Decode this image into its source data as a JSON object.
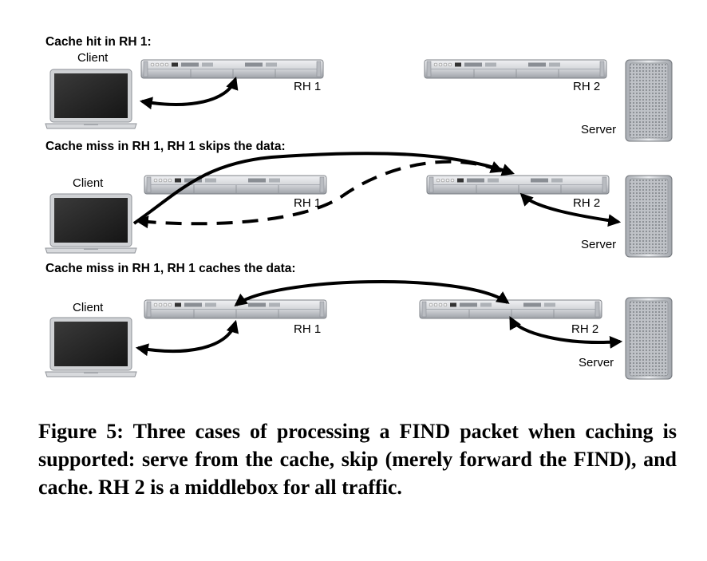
{
  "cases": [
    {
      "title": "Cache hit in RH 1:",
      "client": "Client",
      "rh1": "RH 1",
      "rh2": "RH 2",
      "server": "Server"
    },
    {
      "title": "Cache miss in RH 1, RH 1 skips the data:",
      "client": "Client",
      "rh1": "RH 1",
      "rh2": "RH 2",
      "server": "Server"
    },
    {
      "title": "Cache miss in RH 1, RH 1 caches the data:",
      "client": "Client",
      "rh1": "RH 1",
      "rh2": "RH 2",
      "server": "Server"
    }
  ],
  "caption": "Figure 5: Three cases of processing a FIND packet when caching is supported: serve from the cache, skip (merely forward the FIND), and cache. RH 2 is a middlebox for all traffic.",
  "colors": {
    "rack": "#dcdee2",
    "laptop": "#2b2b2b",
    "server": "#c9cbcf"
  }
}
